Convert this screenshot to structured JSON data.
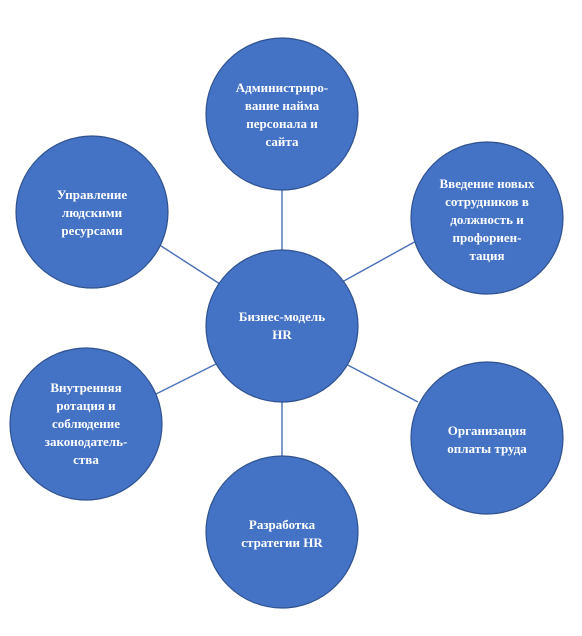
{
  "diagram": {
    "center": {
      "label": "Бизнес-модель\nHR"
    },
    "nodes": [
      {
        "id": "top",
        "label": "Администриро-\nвание найма\nперсонала и\nсайта"
      },
      {
        "id": "upper-right",
        "label": "Введение новых\nсотрудников в\nдолжность и\nпрофориен-\nтация"
      },
      {
        "id": "lower-right",
        "label": "Организация\nоплаты труда"
      },
      {
        "id": "bottom",
        "label": "Разработка\nстратегии HR"
      },
      {
        "id": "lower-left",
        "label": "Внутренняя\nротация и\nсоблюдение\nзаконодатель-\nства"
      },
      {
        "id": "upper-left",
        "label": "Управление\nлюдскими\nресурсами"
      }
    ],
    "colors": {
      "node_fill": "#4472c4",
      "node_stroke": "#2f528f",
      "connector": "#4a6fb8",
      "text": "#ffffff"
    }
  }
}
